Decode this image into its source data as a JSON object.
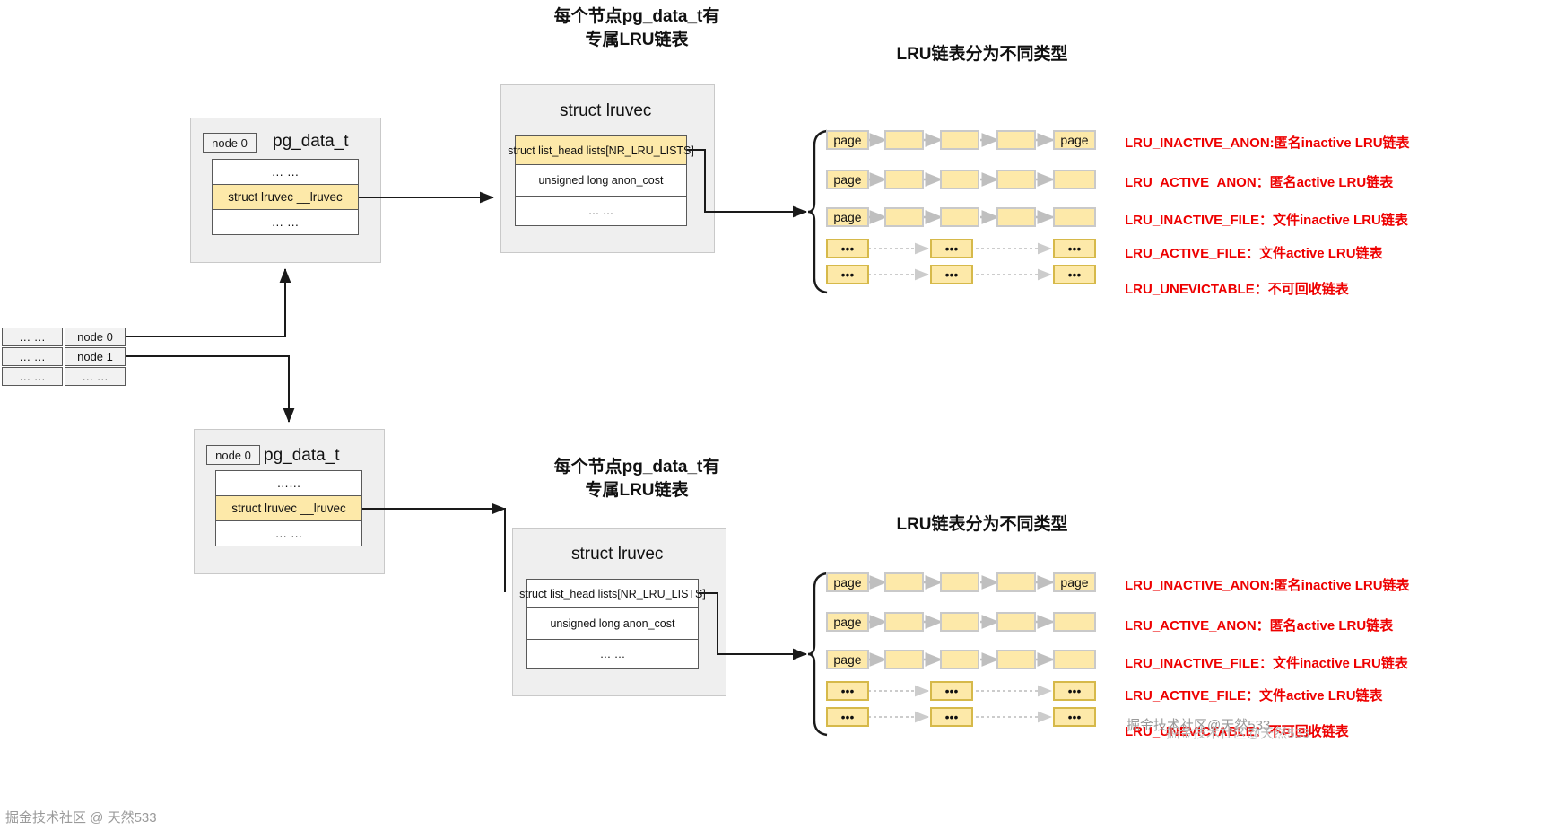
{
  "headings": {
    "pg_data_t_top": "每个节点pg_data_t有\n专属LRU链表",
    "lru_types_top": "LRU链表分为不同类型",
    "pg_data_t_bottom": "每个节点pg_data_t有\n专属LRU链表",
    "lru_types_bottom": "LRU链表分为不同类型"
  },
  "pgdata_top": {
    "node_tag": "node 0",
    "title": "pg_data_t",
    "rows": [
      "… …",
      "struct lruvec   __lruvec",
      "… …"
    ]
  },
  "pgdata_bottom": {
    "node_tag": "node 0",
    "title": "pg_data_t",
    "rows": [
      "……",
      "struct lruvec   __lruvec",
      "… …"
    ]
  },
  "lruvec_top": {
    "title": "struct lruvec",
    "rows": [
      "struct list_head lists[NR_LRU_LISTS]",
      "unsigned long    anon_cost",
      "… …"
    ]
  },
  "lruvec_bottom": {
    "title": "struct lruvec",
    "rows": [
      "struct list_head lists[NR_LRU_LISTS]",
      "unsigned long    anon_cost",
      "… …"
    ]
  },
  "node_list": {
    "left_cells": [
      "… …",
      "… …",
      "… …"
    ],
    "right_cells": [
      "node 0",
      "node 1",
      "… …"
    ]
  },
  "chain_labels": {
    "page": "page",
    "ellipsis": "•••"
  },
  "lru_rows_top": [
    {
      "kind": "solid",
      "first": "page",
      "last": "page",
      "label": "LRU_INACTIVE_ANON:匿名inactive LRU链表"
    },
    {
      "kind": "solid",
      "first": "page",
      "last": "",
      "label": "LRU_ACTIVE_ANON：匿名active LRU链表"
    },
    {
      "kind": "solid",
      "first": "page",
      "last": "",
      "label": "LRU_INACTIVE_FILE：文件inactive LRU链表"
    },
    {
      "kind": "dotted",
      "first": "•••",
      "last": "•••",
      "label": "LRU_ACTIVE_FILE：文件active LRU链表"
    },
    {
      "kind": "dotted",
      "first": "•••",
      "last": "•••",
      "label": "LRU_UNEVICTABLE：不可回收链表"
    }
  ],
  "lru_rows_bottom": [
    {
      "kind": "solid",
      "first": "page",
      "last": "page",
      "label": "LRU_INACTIVE_ANON:匿名inactive LRU链表"
    },
    {
      "kind": "solid",
      "first": "page",
      "last": "",
      "label": "LRU_ACTIVE_ANON：匿名active LRU链表"
    },
    {
      "kind": "solid",
      "first": "page",
      "last": "",
      "label": "LRU_INACTIVE_FILE：文件inactive LRU链表"
    },
    {
      "kind": "dotted",
      "first": "•••",
      "last": "•••",
      "label": "LRU_ACTIVE_FILE：文件active LRU链表"
    },
    {
      "kind": "dotted",
      "first": "•••",
      "last": "•••",
      "label": "LRU_UNEVICTABLE：不可回收链表"
    }
  ],
  "watermarks": {
    "bottom_left": "掘金技术社区 @ 天然533",
    "bottom_right": "掘金技术社区@天然533",
    "bottom_right_faint": "掘金技术社区@天然533"
  },
  "colors": {
    "highlight": "#fde9a9",
    "panel": "#efefef",
    "label_red": "#ee0000",
    "border_dark": "#595959",
    "chain_arrow": "#bfbfbf"
  }
}
